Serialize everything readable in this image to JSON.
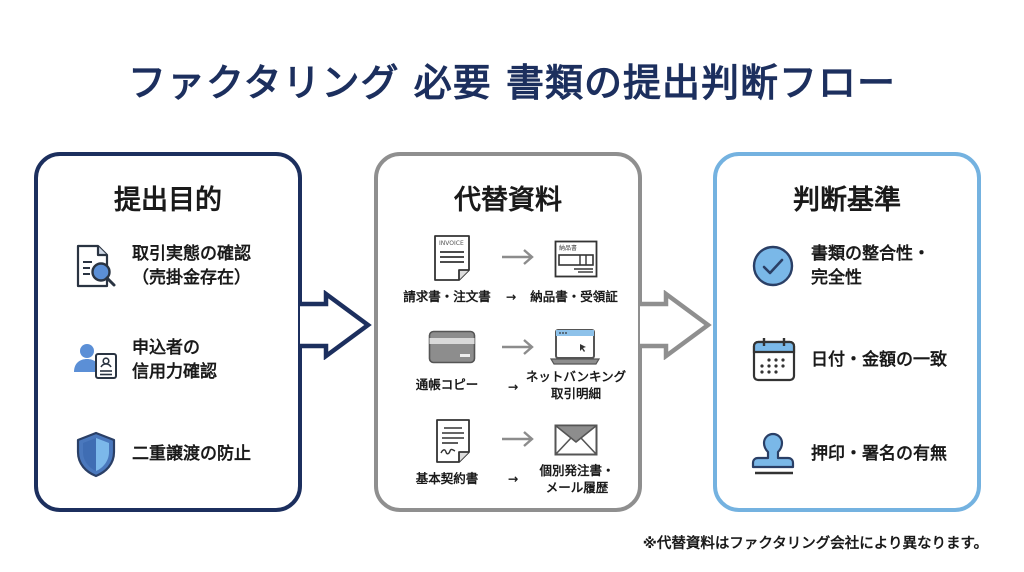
{
  "title": "ファクタリング 必要 書類の提出判断フロー",
  "panels": [
    {
      "title": "提出目的",
      "items": [
        {
          "icon": "document-search-icon",
          "text": "取引実態の確認\n（売掛金存在）"
        },
        {
          "icon": "user-id-card-icon",
          "text": "申込者の\n信用力確認"
        },
        {
          "icon": "shield-icon",
          "text": "二重譲渡の防止"
        }
      ]
    },
    {
      "title": "代替資料",
      "rows": [
        {
          "from_icon": "invoice-icon",
          "from_icon_text": "INVOICE",
          "to_icon": "delivery-note-icon",
          "to_icon_text": "納品書",
          "from": "請求書・注文書",
          "arrow": "→",
          "to": "納品書・受領証"
        },
        {
          "from_icon": "bankbook-card-icon",
          "to_icon": "laptop-browser-icon",
          "from": "通帳コピー",
          "arrow": "→",
          "to": "ネットバンキング\n取引明細"
        },
        {
          "from_icon": "contract-document-icon",
          "to_icon": "envelope-icon",
          "from": "基本契約書",
          "arrow": "→",
          "to": "個別発注書・\nメール履歴"
        }
      ]
    },
    {
      "title": "判断基準",
      "items": [
        {
          "icon": "check-circle-icon",
          "text": "書類の整合性・\n完全性"
        },
        {
          "icon": "calendar-icon",
          "text": "日付・金額の一致"
        },
        {
          "icon": "stamp-icon",
          "text": "押印・署名の有無"
        }
      ]
    }
  ],
  "footnote": "※代替資料はファクタリング会社により異なります。",
  "colors": {
    "navy": "#1c2f5e",
    "gray": "#8f8f8f",
    "light_blue": "#74b2e0",
    "icon_blue": "#5b8fd6"
  }
}
